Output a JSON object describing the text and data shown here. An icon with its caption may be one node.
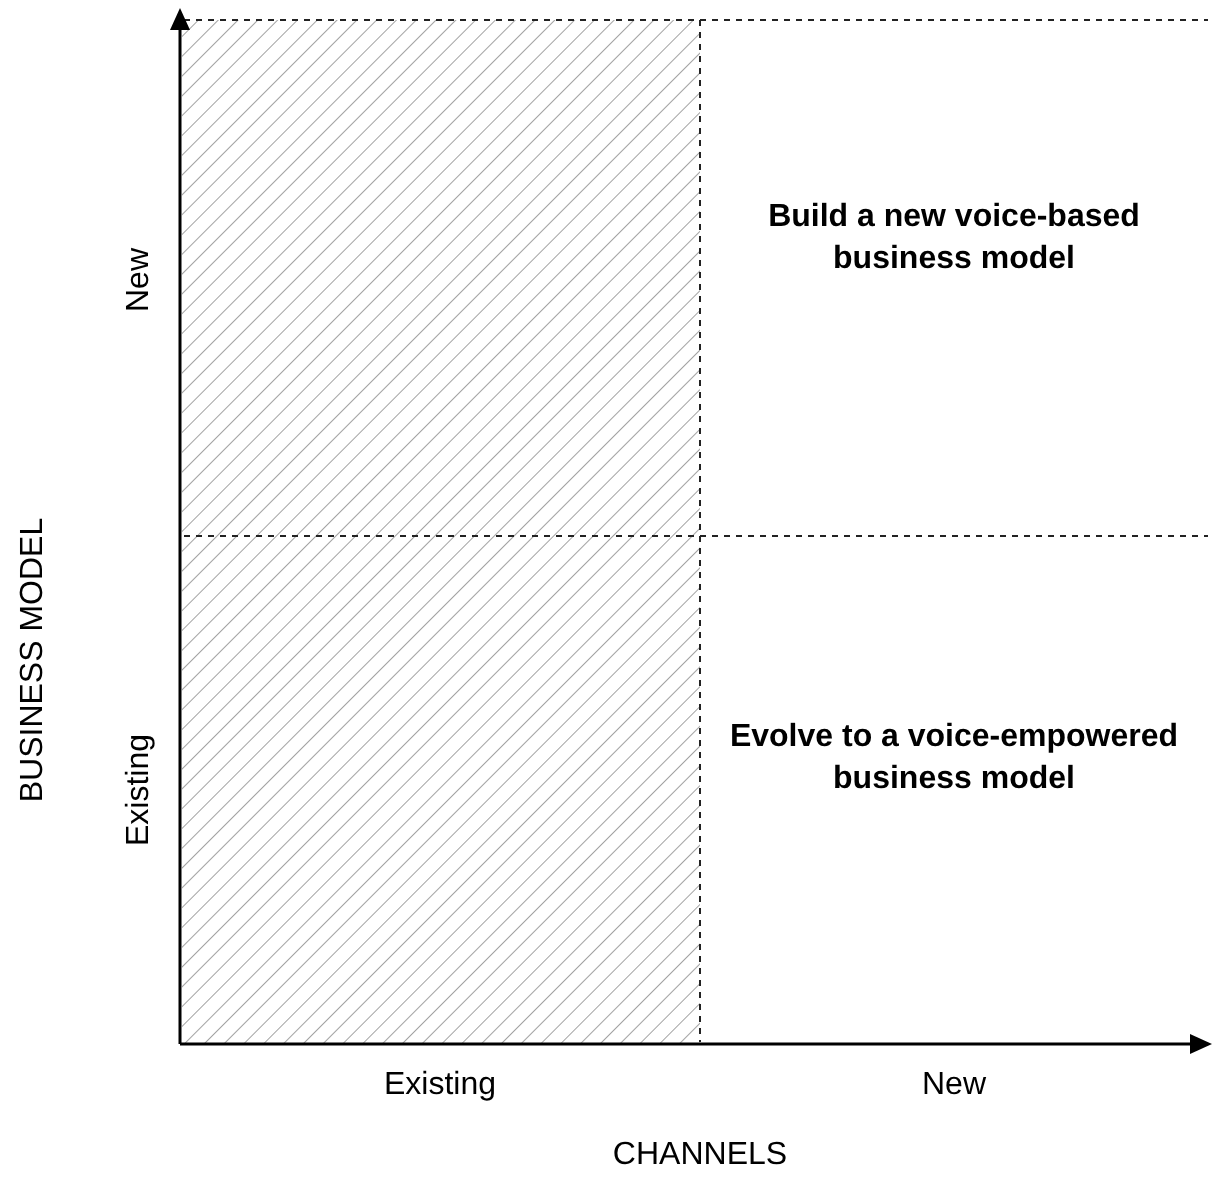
{
  "diagram": {
    "nodes": [
      {
        "text": [
          "Build a new voice-based business model"
        ]
      },
      {
        "text": [
          "Evolve to a voice-empowered business model"
        ]
      }
    ],
    "labels": [
      "New",
      "Existing",
      "BUSINESS MODEL",
      "Existing",
      "New",
      "CHANNELS"
    ]
  }
}
